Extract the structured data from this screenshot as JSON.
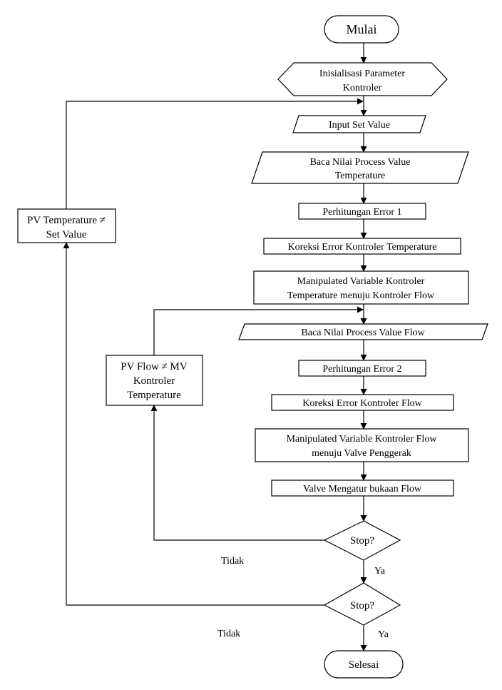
{
  "nodes": {
    "start": "Mulai",
    "init_l1": "Inisialisasi Parameter",
    "init_l2": "Kontroler",
    "input_sv": "Input Set Value",
    "read_temp_l1": "Baca Nilai Process Value",
    "read_temp_l2": "Temperature",
    "calc_err1": "Perhitungan Error 1",
    "corr_temp": "Koreksi Error Kontroler Temperature",
    "mv_temp_l1": "Manipulated Variable Kontroler",
    "mv_temp_l2": "Temperature menuju Kontroler Flow",
    "read_flow": "Baca Nilai Process Value Flow",
    "calc_err2": "Perhitungan Error 2",
    "corr_flow": "Koreksi Error Kontroler Flow",
    "mv_flow_l1": "Manipulated Variable Kontroler Flow",
    "mv_flow_l2": "menuju Valve Penggerak",
    "valve": "Valve Mengatur bukaan Flow",
    "stop1": "Stop?",
    "stop2": "Stop?",
    "end": "Selesai"
  },
  "side_boxes": {
    "pv_temp_l1": "PV Temperature ≠",
    "pv_temp_l2": "Set Value",
    "pv_flow_l1": "PV Flow ≠ MV",
    "pv_flow_l2": "Kontroler",
    "pv_flow_l3": "Temperature"
  },
  "edge_labels": {
    "no1": "Tidak",
    "yes1": "Ya",
    "no2": "Tidak",
    "yes2": "Ya"
  }
}
